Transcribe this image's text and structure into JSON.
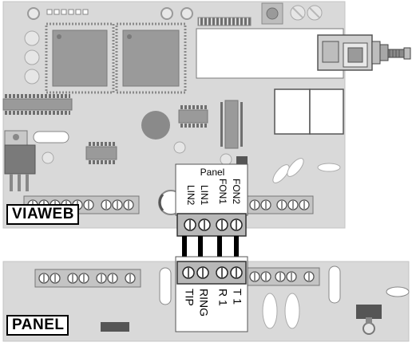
{
  "boards": {
    "upper": {
      "label": "VIAWEB"
    },
    "lower": {
      "label": "PANEL"
    }
  },
  "upper_connector": {
    "title": "Panel",
    "terminals": [
      "LIN2",
      "LIN1",
      "FON1",
      "FON2"
    ]
  },
  "lower_connector": {
    "terminals": [
      "TIP",
      "RING",
      "R 1",
      "T 1"
    ]
  },
  "colors": {
    "board": "#d9d9d9",
    "board_edge": "#bdbdbd",
    "chip": "#9a9a9a",
    "chip_dark": "#7a7a7a",
    "terminal_block": "#b8b8b8",
    "wire": "#000000",
    "label_bg": "#ffffff"
  },
  "icons": [
    "rj45-connector-icon",
    "push-button-icon",
    "capacitor-icon",
    "led-icon",
    "screw-terminal-icon",
    "jumper-wire-icon"
  ]
}
